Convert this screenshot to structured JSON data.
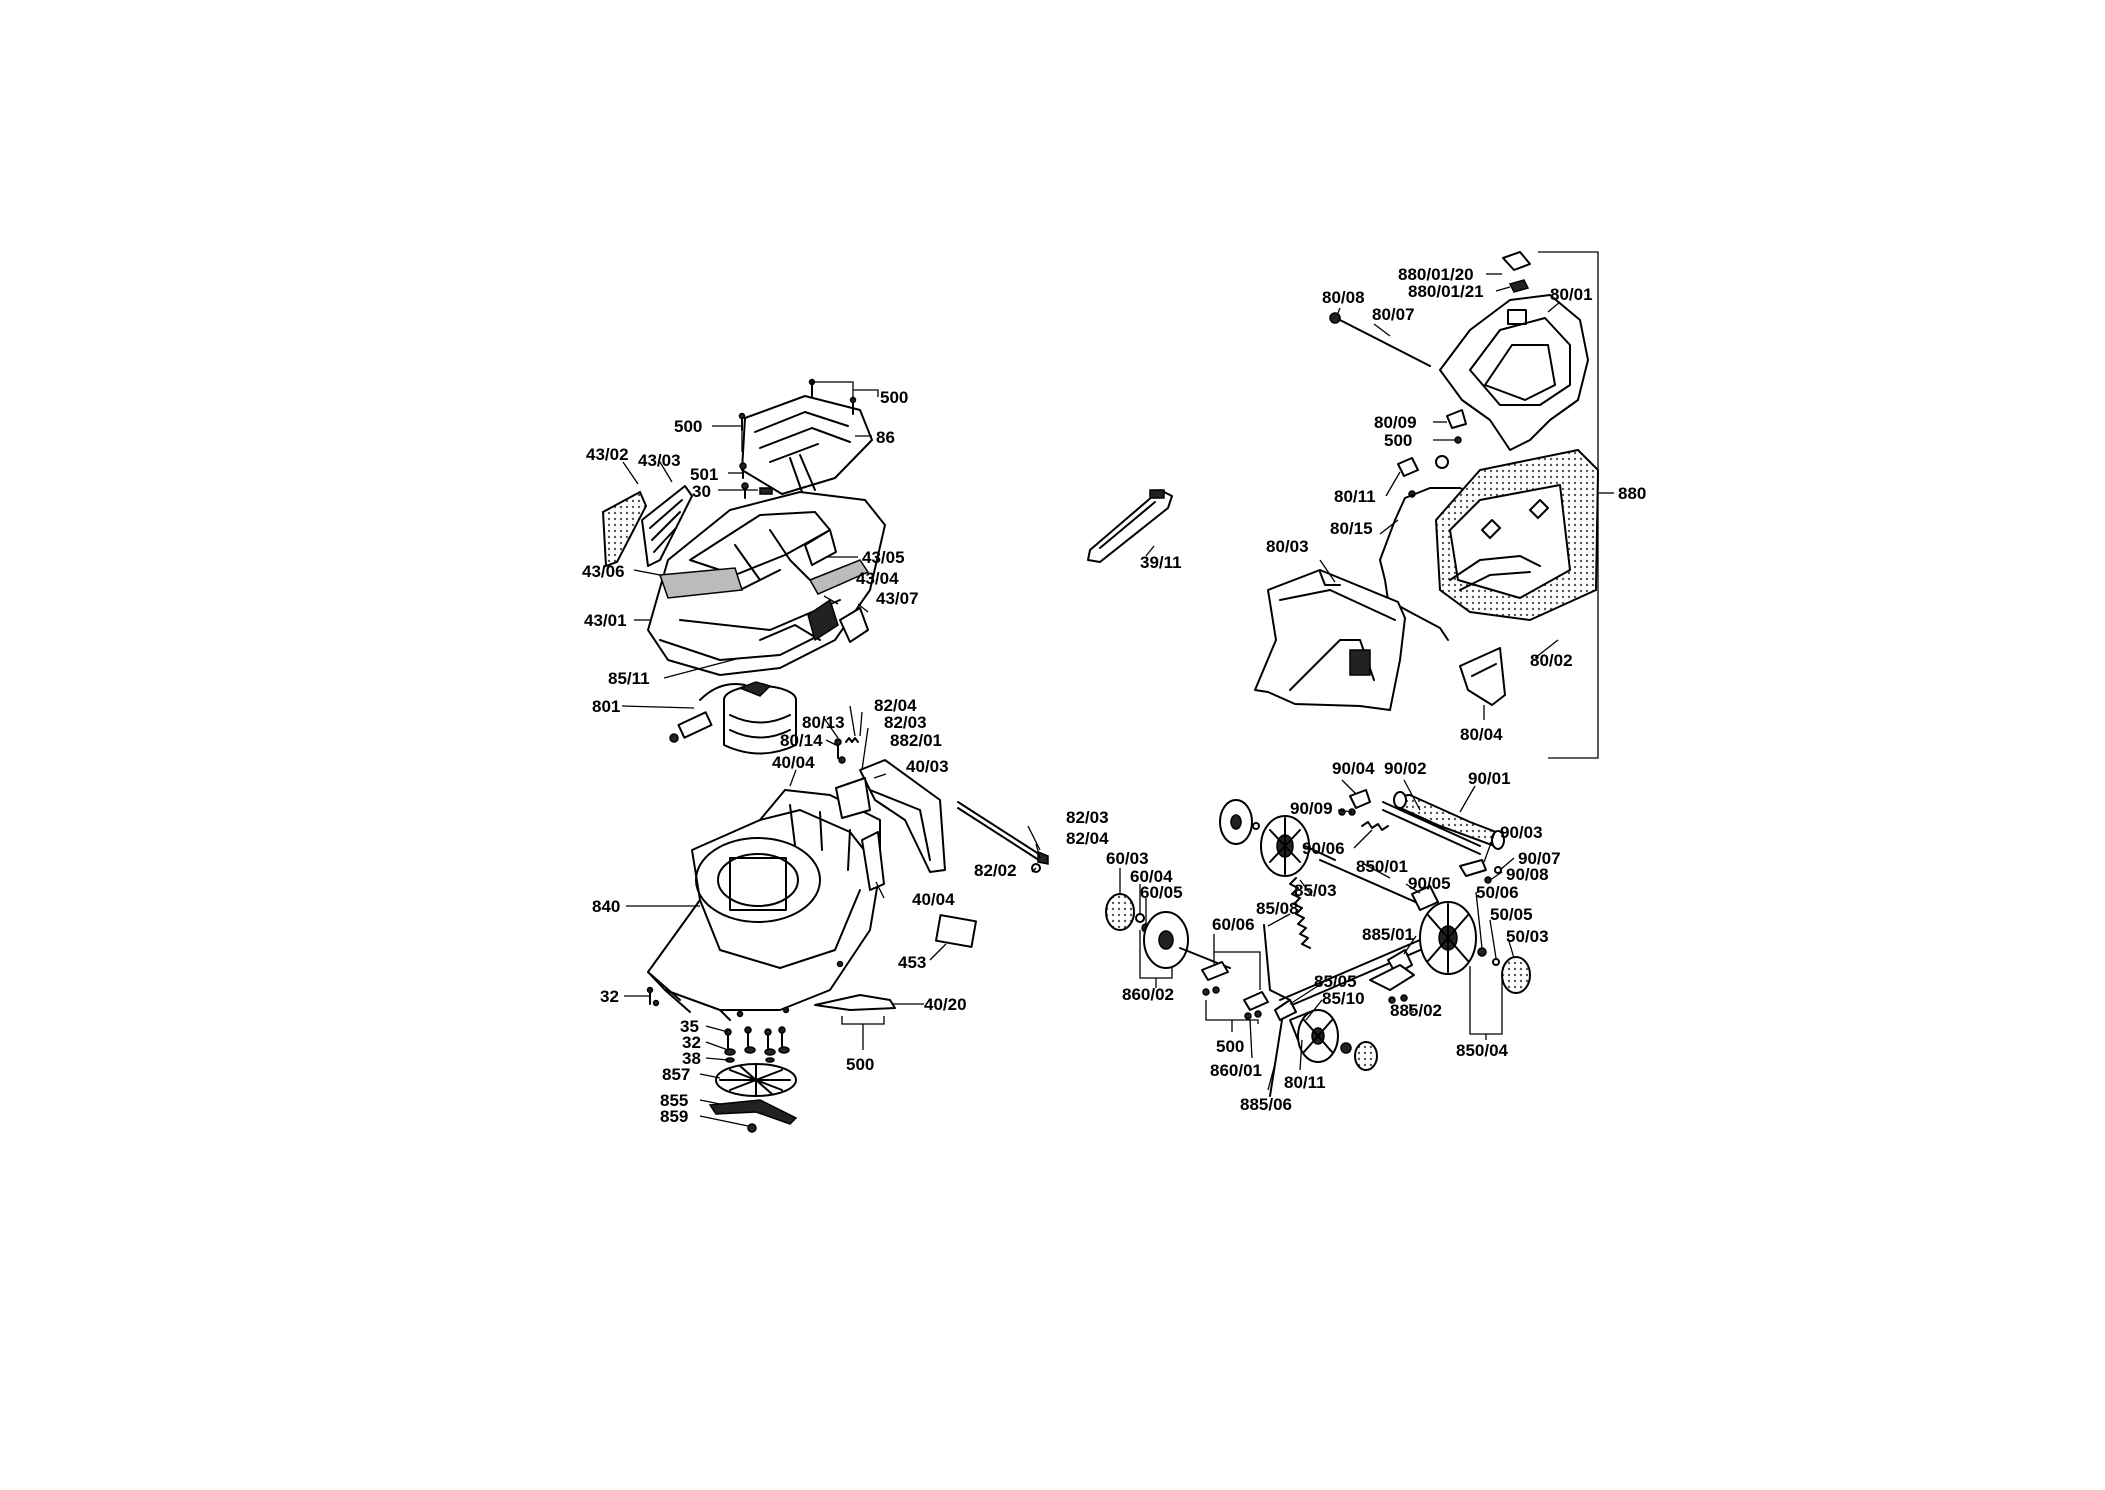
{
  "diagram": {
    "labels": {
      "l_500_top_r": "500",
      "l_500_top_l": "500",
      "l_86": "86",
      "l_43_02": "43/02",
      "l_43_03": "43/03",
      "l_501": "501",
      "l_30": "30",
      "l_43_05": "43/05",
      "l_43_06": "43/06",
      "l_43_04": "43/04",
      "l_43_07": "43/07",
      "l_43_01": "43/01",
      "l_85_11": "85/11",
      "l_801": "801",
      "l_80_13": "80/13",
      "l_82_04_a": "82/04",
      "l_82_03_a": "82/03",
      "l_80_14": "80/14",
      "l_882_01": "882/01",
      "l_40_04_a": "40/04",
      "l_40_03": "40/03",
      "l_82_03_b": "82/03",
      "l_82_04_b": "82/04",
      "l_82_02": "82/02",
      "l_840": "840",
      "l_40_04_b": "40/04",
      "l_453": "453",
      "l_32_a": "32",
      "l_40_20": "40/20",
      "l_35": "35",
      "l_32_b": "32",
      "l_38": "38",
      "l_857": "857",
      "l_500_bottom": "500",
      "l_855": "855",
      "l_859": "859",
      "l_39_11": "39/11",
      "l_880_01_20": "880/01/20",
      "l_880_01_21": "880/01/21",
      "l_80_08": "80/08",
      "l_80_07": "80/07",
      "l_80_01": "80/01",
      "l_80_09": "80/09",
      "l_500_right": "500",
      "l_880": "880",
      "l_80_11_a": "80/11",
      "l_80_15": "80/15",
      "l_80_03": "80/03",
      "l_80_02": "80/02",
      "l_80_04": "80/04",
      "l_90_04": "90/04",
      "l_90_02": "90/02",
      "l_90_01": "90/01",
      "l_90_09": "90/09",
      "l_90_03": "90/03",
      "l_90_06": "90/06",
      "l_90_07": "90/07",
      "l_850_01": "850/01",
      "l_90_08": "90/08",
      "l_90_05": "90/05",
      "l_60_03": "60/03",
      "l_60_04": "60/04",
      "l_60_05": "60/05",
      "l_50_06": "50/06",
      "l_85_03": "85/03",
      "l_85_08": "85/08",
      "l_50_05": "50/05",
      "l_60_06": "60/06",
      "l_885_01": "885/01",
      "l_50_03": "50/03",
      "l_85_05": "85/05",
      "l_85_10": "85/10",
      "l_860_02": "860/02",
      "l_885_02": "885/02",
      "l_500_wheel": "500",
      "l_850_04": "850/04",
      "l_860_01": "860/01",
      "l_80_11_b": "80/11",
      "l_885_06": "885/06"
    }
  }
}
